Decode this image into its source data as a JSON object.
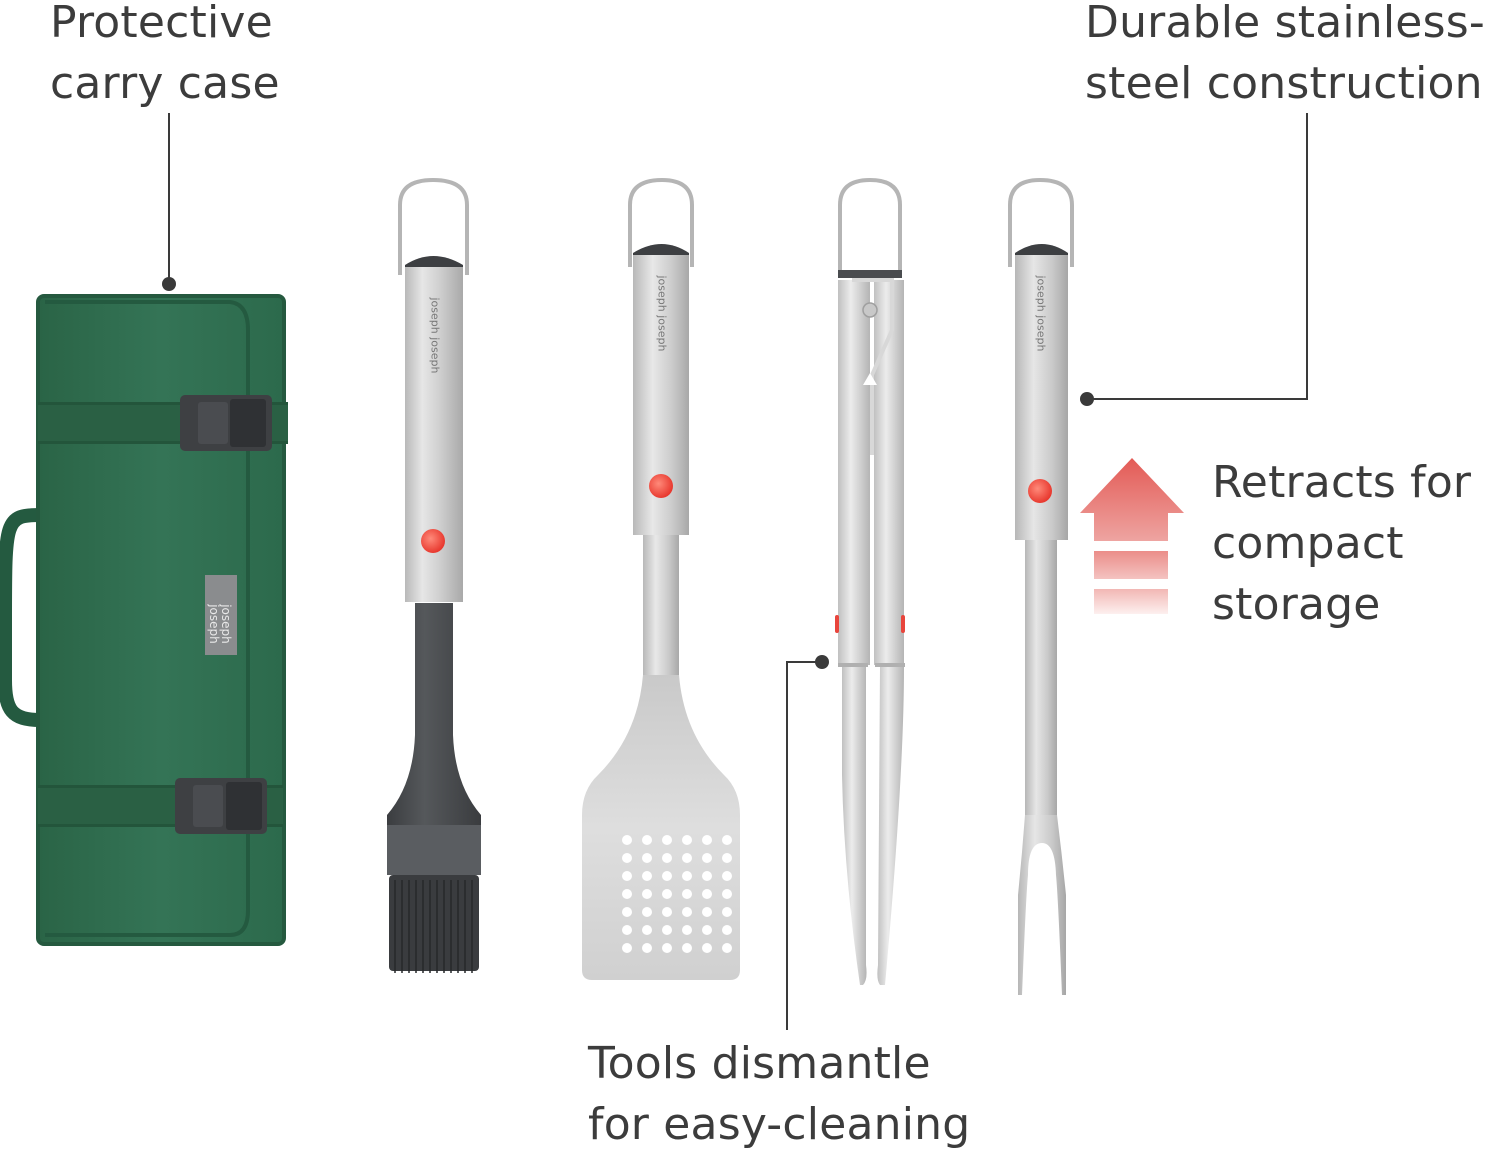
{
  "callouts": {
    "carry_case": {
      "line1": "Protective",
      "line2": "carry case"
    },
    "stainless": {
      "line1": "Durable stainless-",
      "line2": "steel construction"
    },
    "retracts": {
      "line1": "Retracts for",
      "line2": "compact",
      "line3": "storage"
    },
    "dismantle": {
      "line1": "Tools dismantle",
      "line2": "for easy-cleaning"
    }
  },
  "products": {
    "case": {
      "name": "carry-case",
      "brand_tag": "joseph joseph",
      "color": "#2e6b4c"
    },
    "tools": [
      {
        "name": "basting-brush",
        "brand": "joseph joseph"
      },
      {
        "name": "spatula",
        "brand": "joseph joseph"
      },
      {
        "name": "tongs"
      },
      {
        "name": "fork",
        "brand": "joseph joseph"
      }
    ]
  },
  "colors": {
    "text": "#3c3c3c",
    "leader": "#3a3a3a",
    "accent_red": "#e8453c",
    "arrow_red": "#e35a55",
    "steel": "#c9c9c9",
    "silicone": "#4a4c4f"
  }
}
